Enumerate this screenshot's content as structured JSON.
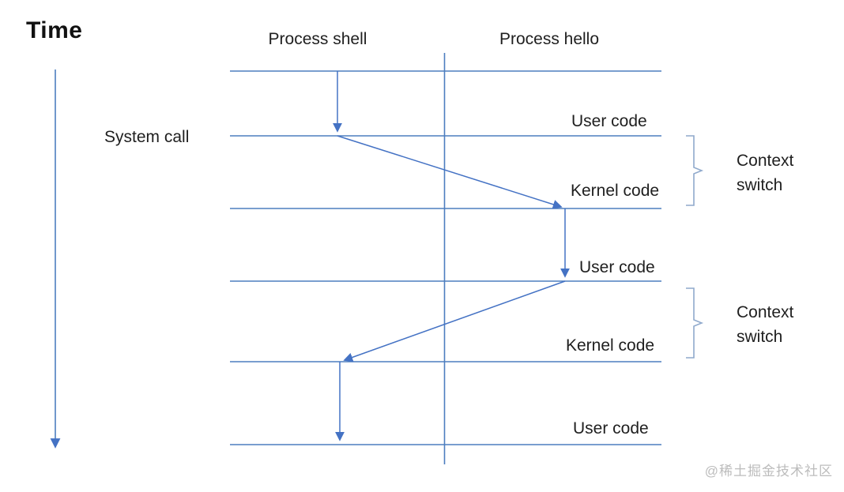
{
  "diagram": {
    "title": "Time",
    "system_call_label": "System call",
    "columns": [
      {
        "label": "Process shell"
      },
      {
        "label": "Process hello"
      }
    ],
    "timeline_labels": [
      {
        "text": "User code"
      },
      {
        "text": "Kernel code"
      },
      {
        "text": "User code"
      },
      {
        "text": "Kernel code"
      },
      {
        "text": "User code"
      }
    ],
    "annotations": [
      {
        "text": "Context switch"
      },
      {
        "text": "Context switch"
      }
    ],
    "watermark": "@稀土掘金技术社区",
    "colors": {
      "arrow_blue": "#4472c4",
      "rail_blue": "#4d7ebf",
      "brace_blue": "#8fa9cc",
      "text_black": "#1f1f1f",
      "watermark_gray": "#bcbcbc"
    }
  }
}
